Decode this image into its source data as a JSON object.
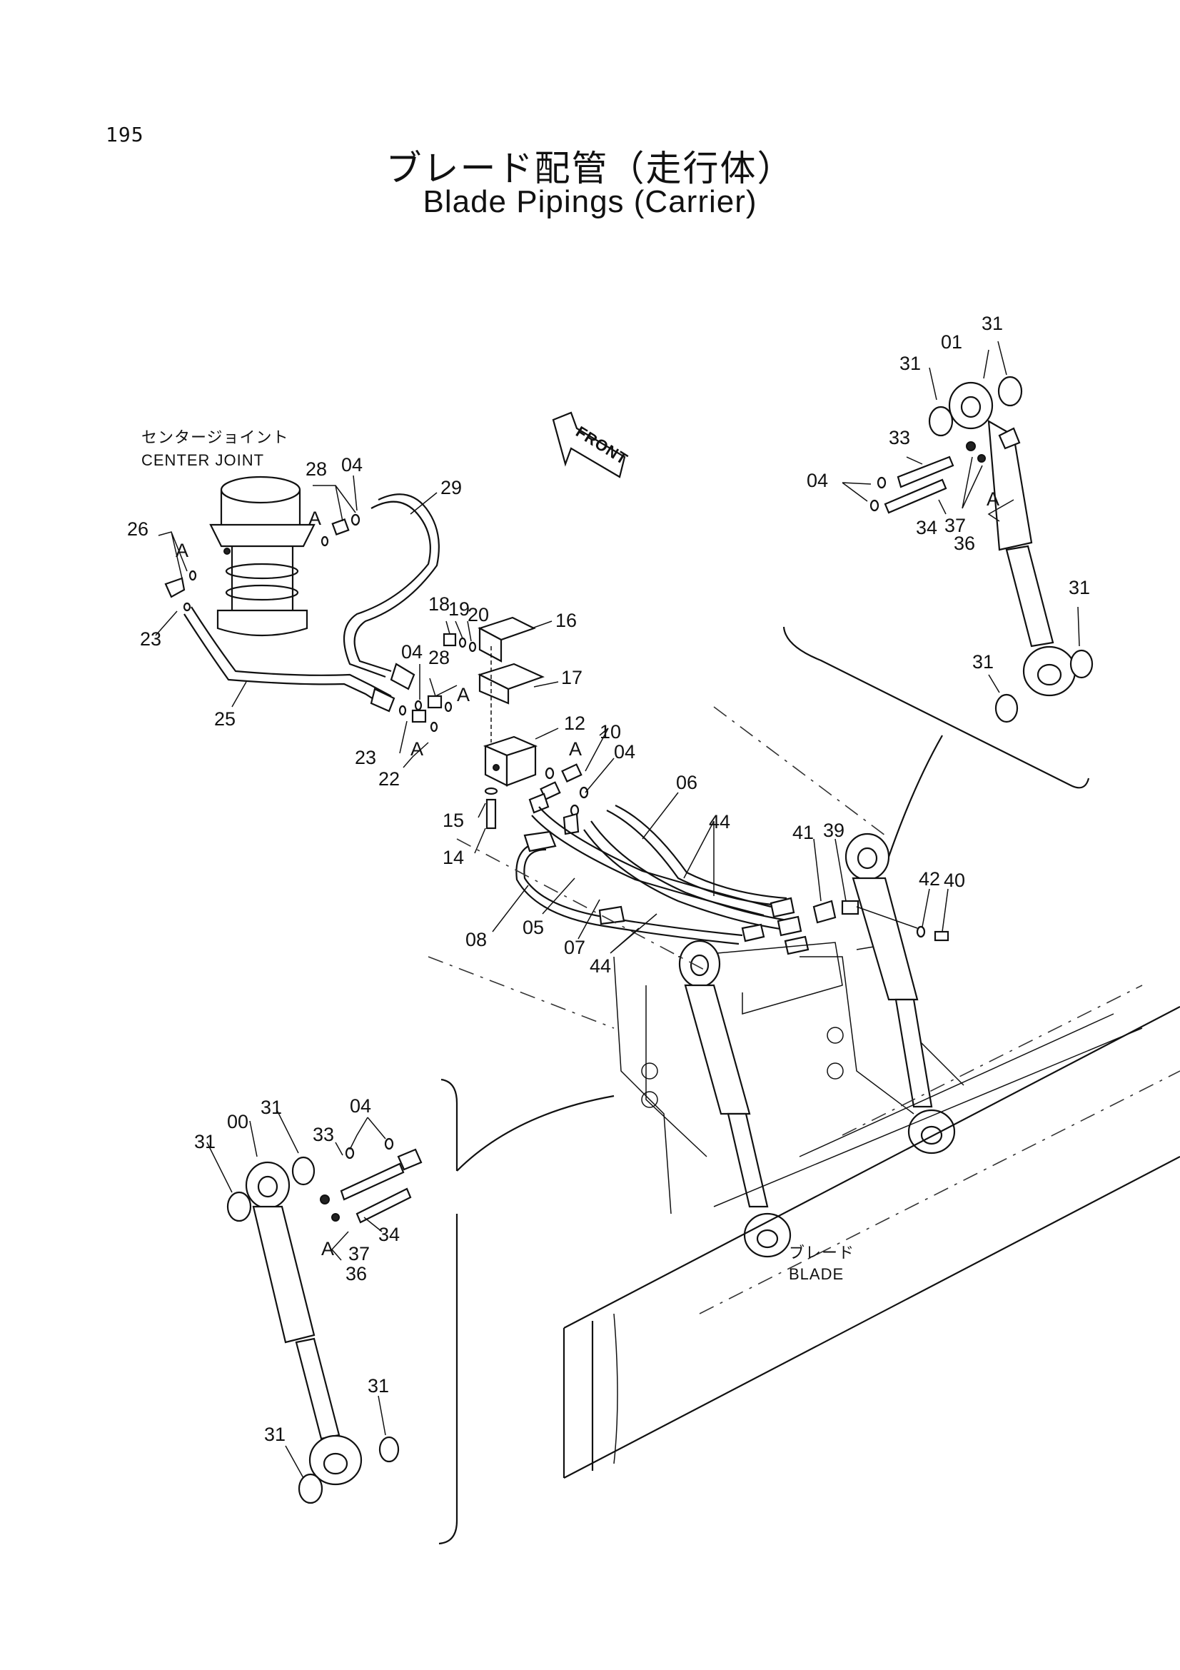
{
  "page_number": "195",
  "title_ja": "ブレード配管（走行体）",
  "title_en": "Blade Pipings (Carrier)",
  "captions": {
    "center_joint_ja": "センタージョイント",
    "center_joint_en": "CENTER JOINT",
    "blade_ja": "ブレード",
    "blade_en": "BLADE",
    "front": "FRONT"
  },
  "part_labels": [
    "31",
    "01",
    "31",
    "33",
    "04",
    "34",
    "37",
    "A",
    "36",
    "31",
    "31",
    "28",
    "04",
    "29",
    "26",
    "A",
    "A",
    "23",
    "25",
    "18",
    "19",
    "20",
    "16",
    "04",
    "28",
    "A",
    "17",
    "23",
    "A",
    "22",
    "12",
    "10",
    "A",
    "04",
    "06",
    "15",
    "14",
    "44",
    "41",
    "39",
    "42",
    "40",
    "08",
    "05",
    "07",
    "44",
    "31",
    "00",
    "04",
    "31",
    "33",
    "34",
    "A",
    "37",
    "36",
    "31",
    "31"
  ]
}
